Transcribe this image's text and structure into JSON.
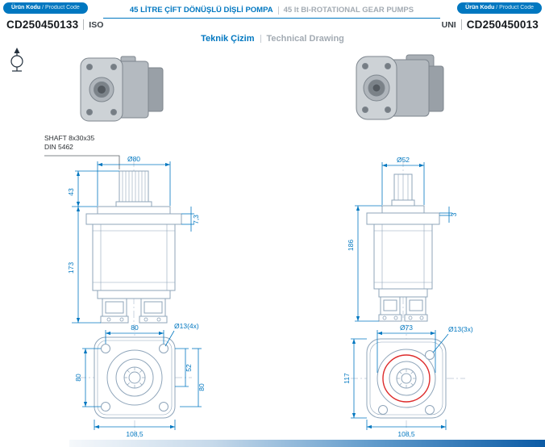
{
  "colors": {
    "accent": "#0077c0",
    "line": "#8fa5ba",
    "highlight": "#dd2b2b",
    "muted": "#a3abb3"
  },
  "header": {
    "left": {
      "badge_bold": "Ürün Kodu",
      "badge_rest": "/ Product Code",
      "code": "CD250450133",
      "standard": "ISO"
    },
    "center": {
      "title_tr": "45 LİTRE ÇİFT DÖNÜŞLÜ DİŞLİ POMPA",
      "title_en": "45 lt BI-ROTATIONAL GEAR PUMPS"
    },
    "right": {
      "badge_bold": "Ürün Kodu",
      "badge_rest": "/ Product Code",
      "code": "CD250450013",
      "standard": "UNI"
    }
  },
  "section": {
    "title_tr": "Teknik Çizim",
    "title_en": "Technical Drawing"
  },
  "iso_drawing": {
    "shaft_note_line1": "SHAFT 8x30x35",
    "shaft_note_line2": "DIN 5462",
    "dims": {
      "pilot_dia": "Ø80",
      "shaft_len": "43",
      "flange_thk": "7,3",
      "body_h": "173"
    },
    "flange": {
      "hole_span_top": "80",
      "holes": "Ø13(4x)",
      "port_span": "52",
      "hole_span_left": "80",
      "side_right": "80",
      "overall_bottom": "108,5"
    }
  },
  "uni_drawing": {
    "dims": {
      "pilot_dia": "Ø52",
      "lip": "3",
      "body_h": "186"
    },
    "flange": {
      "pilot_dia": "Ø73",
      "holes": "Ø13(3x)",
      "height_left": "117",
      "overall_bottom": "108,5"
    }
  }
}
